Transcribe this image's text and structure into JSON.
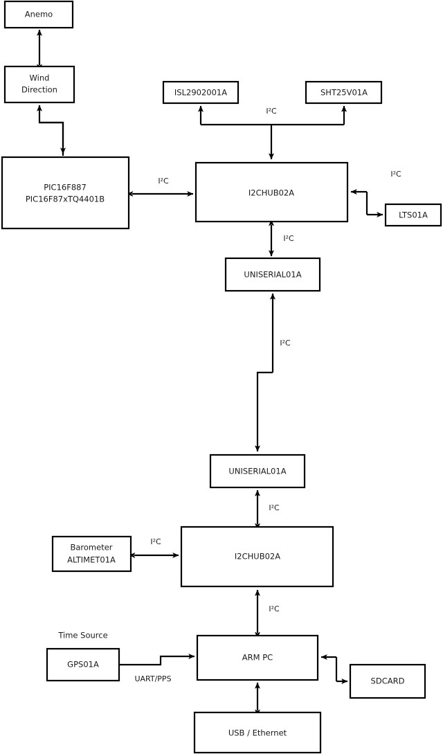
{
  "diagram": {
    "type": "block-diagram",
    "background_color": "#ffffff",
    "line_color": "#000000",
    "text_color": "#1a1a1a",
    "nodes": [
      {
        "id": "anemo",
        "label": "Anemo",
        "label2": ""
      },
      {
        "id": "wind",
        "label": "Wind",
        "label2": "Direction"
      },
      {
        "id": "pic",
        "label": "PIC16F887",
        "label2": "PIC16F87xTQ4401B"
      },
      {
        "id": "isl",
        "label": "ISL2902001A",
        "label2": ""
      },
      {
        "id": "sht",
        "label": "SHT25V01A",
        "label2": ""
      },
      {
        "id": "hub_top",
        "label": "I2CHUB02A",
        "label2": ""
      },
      {
        "id": "lts",
        "label": "LTS01A",
        "label2": ""
      },
      {
        "id": "uniserial_top",
        "label": "UNISERIAL01A",
        "label2": ""
      },
      {
        "id": "uniserial_bot",
        "label": "UNISERIAL01A",
        "label2": ""
      },
      {
        "id": "baro",
        "label": "Barometer",
        "label2": "ALTIMET01A"
      },
      {
        "id": "hub_bot",
        "label": "I2CHUB02A",
        "label2": ""
      },
      {
        "id": "gps",
        "label": "GPS01A",
        "label2": ""
      },
      {
        "id": "arm",
        "label": "ARM PC",
        "label2": ""
      },
      {
        "id": "sdcard",
        "label": "SDCARD",
        "label2": ""
      },
      {
        "id": "usbeth",
        "label": "USB / Ethernet",
        "label2": ""
      }
    ],
    "edge_labels": {
      "pic_hub": "I²C",
      "hub_sensors": "I²C",
      "hub_lts": "I²C",
      "hub_uniserial": "I²C",
      "uniserial_uniserial": "I²C",
      "uniserial_hubbot": "I²C",
      "baro_hubbot": "I²C",
      "hubbot_arm": "I²C",
      "gps_arm": "UART/PPS"
    },
    "free_labels": {
      "time_source": "Time Source"
    }
  }
}
